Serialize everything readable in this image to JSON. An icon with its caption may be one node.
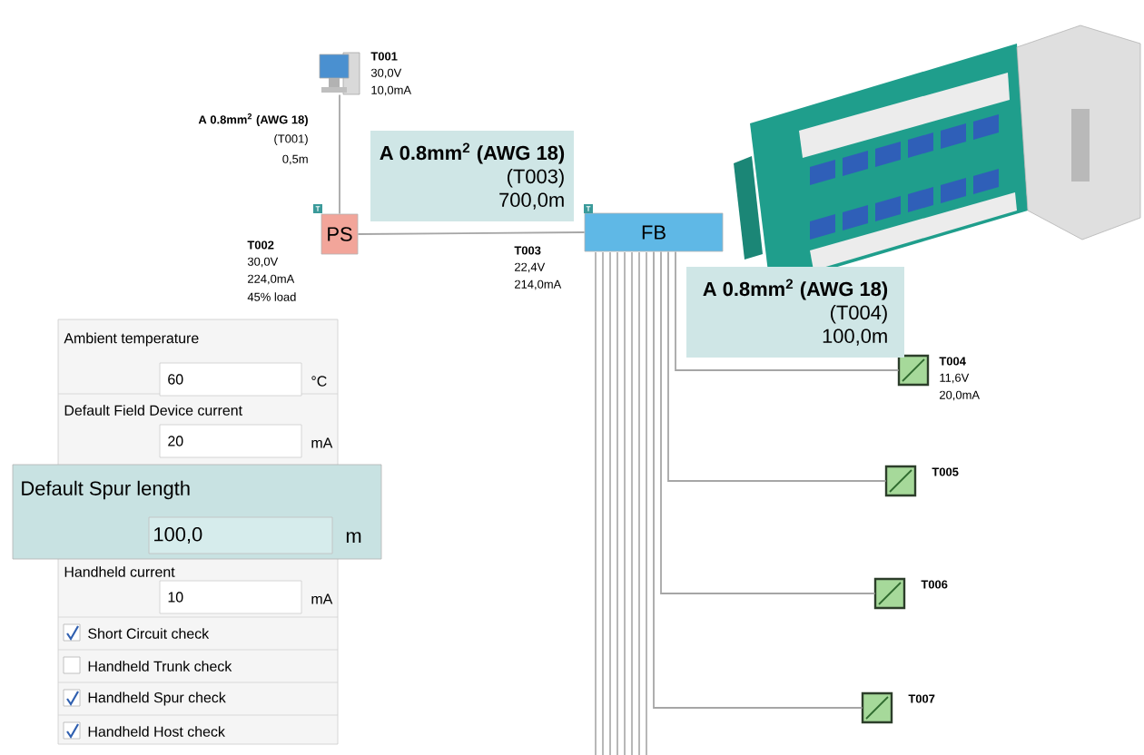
{
  "diagram": {
    "nodes": [
      {
        "text": [],
        "shape": "computer",
        "beside": [
          "T001",
          "30,0V",
          "10,0mA"
        ]
      },
      {
        "text": [
          "PS"
        ],
        "beside": [
          "T002",
          "30,0V",
          "224,0mA",
          "45% load"
        ]
      },
      {
        "text": [
          "FB"
        ],
        "beside": [
          "T003",
          "22,4V",
          "214,0mA"
        ]
      },
      {
        "text": [],
        "shape": "box",
        "beside": [
          "T004",
          "11,6V",
          "20,0mA"
        ]
      },
      {
        "text": [],
        "shape": "box",
        "beside": [
          "T005"
        ]
      },
      {
        "text": [],
        "shape": "box",
        "beside": [
          "T006"
        ]
      },
      {
        "text": [],
        "shape": "box",
        "beside": [
          "T007"
        ]
      },
      {
        "text": [
          "A 0.8mm$^{2}$ (AWG 18)",
          "(T003)",
          "700,0m"
        ]
      },
      {
        "text": [
          "A 0.8mm$^{2}$ (AWG 18)",
          "(T004)",
          "100,0m"
        ]
      }
    ],
    "edges": [
      {
        "from": 0,
        "to": 1,
        "arrow": "none"
      },
      {
        "from": 1,
        "to": 2,
        "arrow": "none"
      },
      {
        "from": 2,
        "to": 3,
        "arrow": "none"
      },
      {
        "from": 2,
        "to": 4,
        "arrow": "none"
      },
      {
        "from": 2,
        "to": 5,
        "arrow": "none"
      },
      {
        "from": 2,
        "to": 6,
        "arrow": "none"
      }
    ],
    "labels": [
      "A 0.8mm$^{2}$ (AWG 18)",
      "(T001)",
      "0,5m",
      "T",
      "T",
      "Ambient temperature",
      "60",
      "°C",
      "Default Field Device current",
      "20",
      "mA",
      "Default Spur length",
      "100,0",
      "m",
      "Handheld current",
      "10",
      "mA",
      "Short Circuit check",
      "Handheld Trunk check",
      "Handheld Spur check",
      "Handheld Host check"
    ]
  }
}
